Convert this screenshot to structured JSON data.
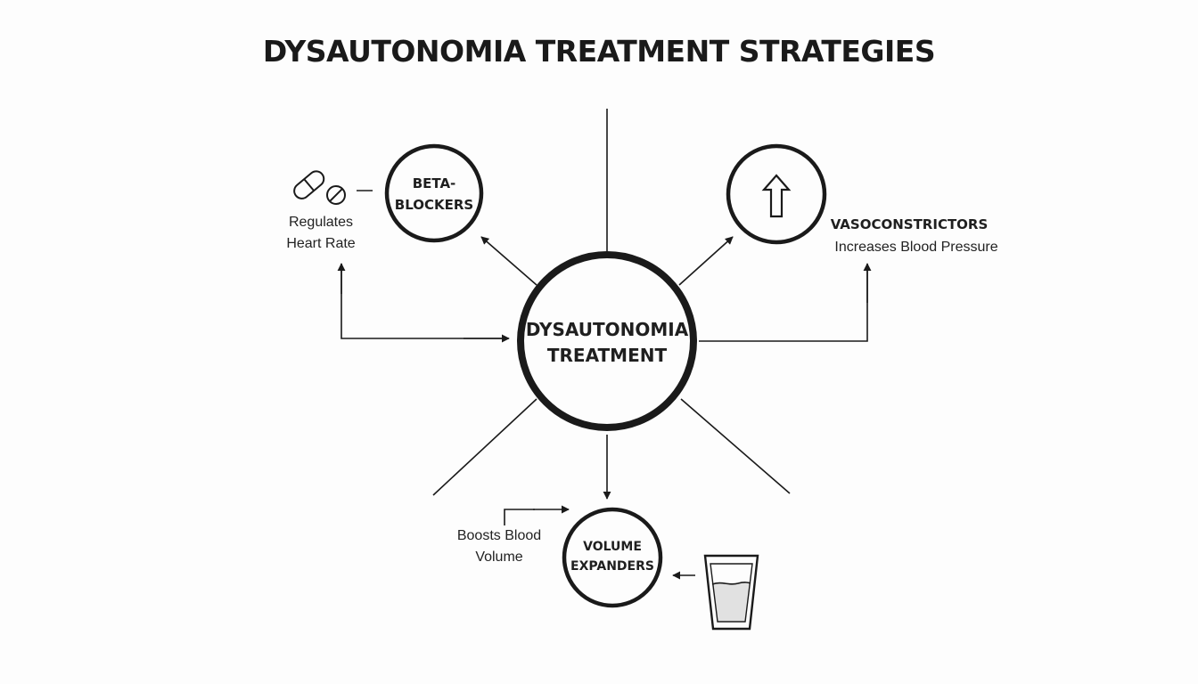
{
  "title": "DYSAUTONOMIA TREATMENT STRATEGIES",
  "center": {
    "line1": "DYSAUTONOMIA",
    "line2": "TREATMENT"
  },
  "beta_blockers": {
    "line1": "BETA-",
    "line2": "BLOCKERS",
    "desc_line1": "Regulates",
    "desc_line2": "Heart Rate",
    "icon": "pill-icon"
  },
  "vasoconstrictors": {
    "label": "VASOCONSTRICTORS",
    "desc": "Increases Blood Pressure",
    "icon": "up-arrow-icon"
  },
  "volume_expanders": {
    "line1": "VOLUME",
    "line2": "EXPANDERS",
    "desc_line1": "Boosts Blood",
    "desc_line2": "Volume",
    "icon": "water-glass-icon"
  }
}
